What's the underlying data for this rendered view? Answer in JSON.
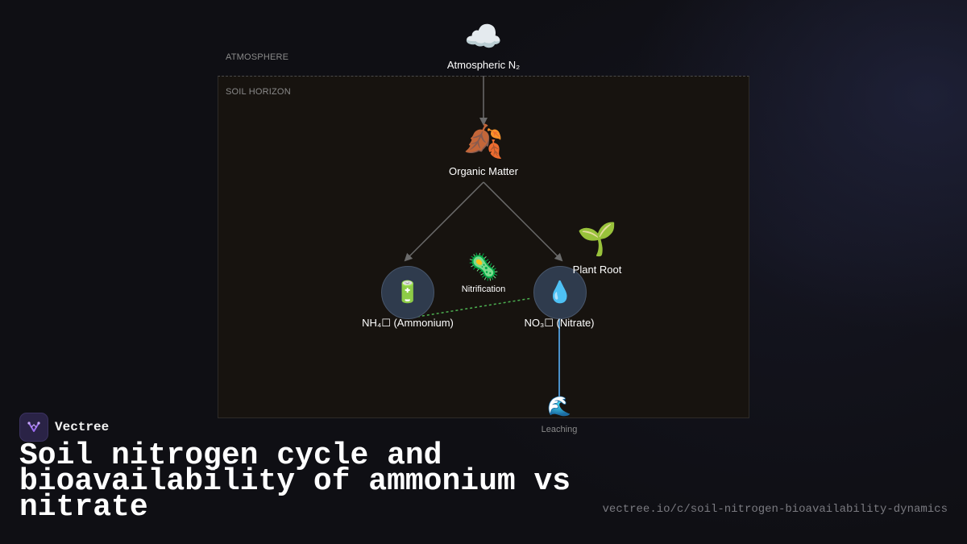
{
  "zones": {
    "atmosphere": "ATMOSPHERE",
    "soil": "SOIL HORIZON"
  },
  "nodes": {
    "atmospheric_n2": {
      "label": "Atmospheric N₂",
      "icon": "cloud-icon",
      "glyph": "☁️"
    },
    "organic_matter": {
      "label": "Organic Matter",
      "icon": "fallen-leaves-icon",
      "glyph": "🍂"
    },
    "ammonium": {
      "label": "NH₄☐ (Ammonium)",
      "icon": "battery-icon",
      "glyph": "🔋"
    },
    "nitrate": {
      "label": "NO₃☐ (Nitrate)",
      "icon": "droplet-icon",
      "glyph": "💧"
    },
    "plant_root": {
      "label": "Plant Root",
      "icon": "seedling-icon",
      "glyph": "🌱"
    },
    "nitrification": {
      "label": "Nitrification",
      "icon": "microbe-icon",
      "glyph": "🦠"
    },
    "leaching": {
      "label": "Leaching",
      "icon": "wave-icon",
      "glyph": "🌊"
    }
  },
  "colors": {
    "background": "#0f0f14",
    "soil": "#17130f",
    "arrow": "#6b6b6b",
    "nitrification_link": "#4caf50",
    "leaching_link": "#4a90c8",
    "node_fill": "#2f3b4d",
    "brand_accent": "#9b6cf0"
  },
  "brand": {
    "name": "Vectree",
    "icon": "vectree-logo-icon"
  },
  "title": "Soil nitrogen cycle and bioavailability of ammonium vs nitrate",
  "url": "vectree.io/c/soil-nitrogen-bioavailability-dynamics"
}
